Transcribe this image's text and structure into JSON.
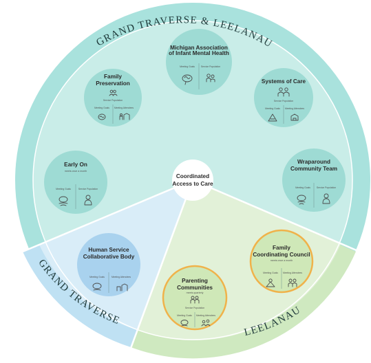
{
  "rings": {
    "grand_traverse_leelanau": "GRAND TRAVERSE & LEELANAU",
    "grand_traverse": "GRAND TRAVERSE",
    "leelanau": "LEELANAU"
  },
  "center": {
    "line1": "Coordinated",
    "line2": "Access to Care"
  },
  "groups": {
    "michigan_assoc": {
      "title1": "Michigan Association",
      "title2": "of Infant Mental Health",
      "col1": "Meeting Goals",
      "col2": "Service Population"
    },
    "family_preservation": {
      "title1": "Family",
      "title2": "Preservation",
      "sub": "Service Population",
      "col1": "Meeting Goals",
      "col2": "Meeting Attendees"
    },
    "systems_of_care": {
      "title1": "Systems of Care",
      "sub": "Service Population",
      "col1": "Meeting Goals",
      "col2": "Meeting Attendees"
    },
    "early_on": {
      "title1": "Early On",
      "sub": "meets once a month",
      "col1": "Meeting Goals",
      "col2": "Service Population"
    },
    "wraparound": {
      "title1": "Wraparound",
      "title2": "Community Team",
      "col1": "Meeting Goals",
      "col2": "Service Population"
    },
    "human_service": {
      "title1": "Human Service",
      "title2": "Collaborative Body",
      "col1": "Meeting Goals",
      "col2": "Meeting Attendees"
    },
    "family_coordinating": {
      "title1": "Family",
      "title2": "Coordinating Council",
      "sub": "meets once a month",
      "col1": "Meeting Goals",
      "col2": "Meeting Attendees"
    },
    "parenting": {
      "title1": "Parenting",
      "title2": "Communities",
      "sub": "meets quarterly",
      "sub2": "Service Population",
      "col1": "Meeting Goals",
      "col2": "Meeting Attendees"
    }
  },
  "colors": {
    "teal_outer": "#a9e2dd",
    "teal_inner": "#c9ede8",
    "blue_outer": "#bfe1f3",
    "blue_inner": "#d9edf8",
    "green_outer": "#cfe9c0",
    "green_inner": "#e2f1d8",
    "node_teal": "#9edbd4",
    "node_blue": "#a9d2ee",
    "node_green": "#cfe8b8",
    "node_orange_border": "#f0b24a"
  },
  "icons": [
    "brain-icon",
    "people-icon",
    "building-icon",
    "baby-icon",
    "family-icon"
  ]
}
